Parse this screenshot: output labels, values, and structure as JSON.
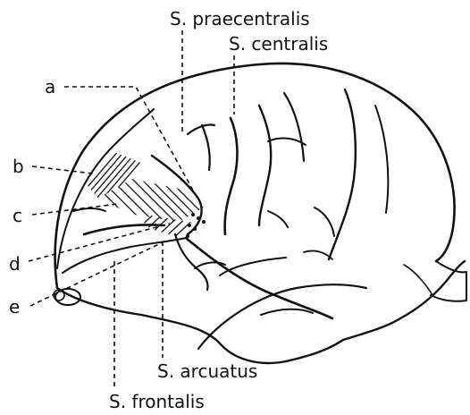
{
  "labels": {
    "s_praecentralis": "S. praecentralis",
    "s_centralis": "S. centralis",
    "s_arcuatus": "S. arcuatus",
    "s_frontalis": "S. frontalis",
    "a": "a",
    "b": "b",
    "c": "c",
    "d": "d",
    "e": "e"
  }
}
